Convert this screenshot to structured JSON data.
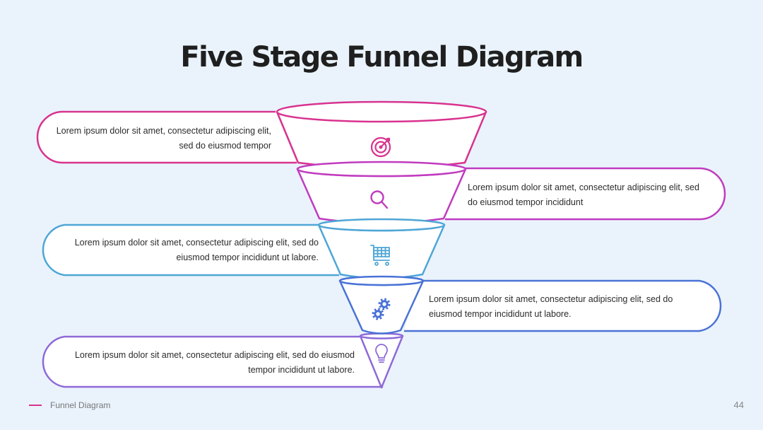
{
  "slide": {
    "title": "Five Stage Funnel Diagram",
    "footer_label": "Funnel Diagram",
    "page_number": "44",
    "accent_color": "#d8338f"
  },
  "stages": [
    {
      "text": "Lorem ipsum dolor sit amet, consectetur adipiscing elit, sed do eiusmod tempor",
      "color": "#d8338f",
      "icon": "target-icon"
    },
    {
      "text": "Lorem ipsum dolor sit amet, consectetur adipiscing elit, sed do eiusmod tempor incididunt",
      "color": "#c03bbf",
      "icon": "magnifier-icon"
    },
    {
      "text": "Lorem ipsum dolor sit amet, consectetur adipiscing elit, sed do eiusmod tempor incididunt ut labore.",
      "color": "#4ea6d6",
      "icon": "shopping-cart-icon"
    },
    {
      "text": "Lorem ipsum dolor sit amet, consectetur adipiscing elit, sed do eiusmod tempor incididunt ut labore.",
      "color": "#4a72d6",
      "icon": "gears-icon"
    },
    {
      "text": "Lorem ipsum dolor sit amet, consectetur adipiscing elit, sed do eiusmod tempor incididunt ut labore.",
      "color": "#8e6ad8",
      "icon": "lightbulb-icon"
    }
  ]
}
